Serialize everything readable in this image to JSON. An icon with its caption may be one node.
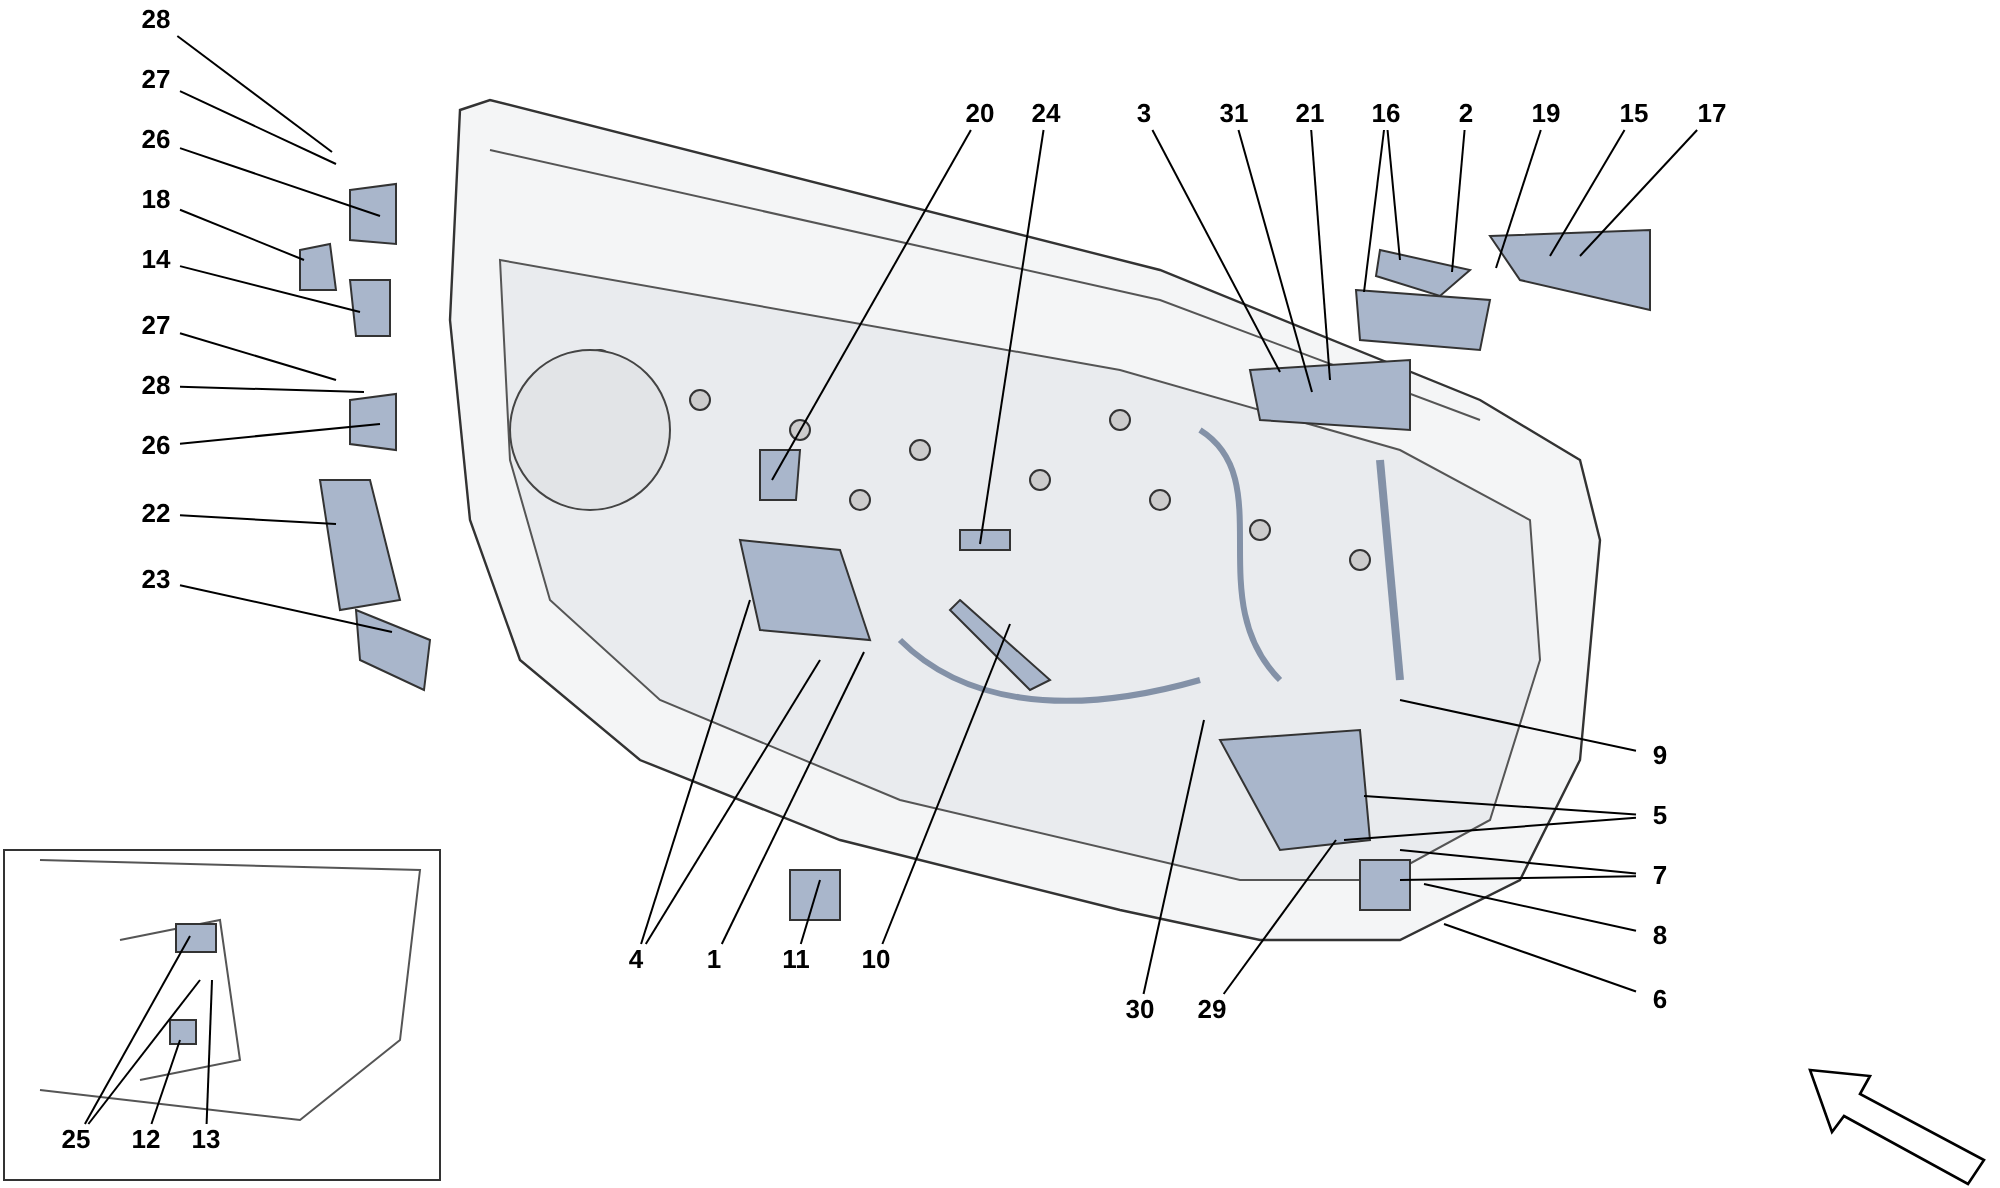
{
  "diagram": {
    "nodes": [
      {
        "text": [
          "28"
        ]
      },
      {
        "text": [
          "27"
        ]
      },
      {
        "text": [
          "26"
        ]
      },
      {
        "text": [
          "18"
        ]
      },
      {
        "text": [
          "14"
        ]
      },
      {
        "text": [
          "27"
        ]
      },
      {
        "text": [
          "28"
        ]
      },
      {
        "text": [
          "26"
        ]
      },
      {
        "text": [
          "22"
        ]
      },
      {
        "text": [
          "23"
        ]
      },
      {
        "text": [
          "20"
        ]
      },
      {
        "text": [
          "24"
        ]
      },
      {
        "text": [
          "3"
        ]
      },
      {
        "text": [
          "31"
        ]
      },
      {
        "text": [
          "21"
        ]
      },
      {
        "text": [
          "16"
        ]
      },
      {
        "text": [
          "2"
        ]
      },
      {
        "text": [
          "19"
        ]
      },
      {
        "text": [
          "15"
        ]
      },
      {
        "text": [
          "17"
        ]
      },
      {
        "text": [
          "9"
        ]
      },
      {
        "text": [
          "5"
        ]
      },
      {
        "text": [
          "7"
        ]
      },
      {
        "text": [
          "8"
        ]
      },
      {
        "text": [
          "6"
        ]
      },
      {
        "text": [
          "4"
        ]
      },
      {
        "text": [
          "1"
        ]
      },
      {
        "text": [
          "11"
        ]
      },
      {
        "text": [
          "10"
        ]
      },
      {
        "text": [
          "30"
        ]
      },
      {
        "text": [
          "29"
        ]
      },
      {
        "text": [
          "25"
        ]
      },
      {
        "text": [
          "12"
        ]
      },
      {
        "text": [
          "13"
        ]
      }
    ],
    "edges": [
      {
        "from": 0,
        "to": null,
        "arrow": "none"
      },
      {
        "from": 1,
        "to": null,
        "arrow": "none"
      },
      {
        "from": 2,
        "to": null,
        "arrow": "none"
      },
      {
        "from": 3,
        "to": null,
        "arrow": "none"
      },
      {
        "from": 4,
        "to": null,
        "arrow": "none"
      },
      {
        "from": 5,
        "to": null,
        "arrow": "none"
      },
      {
        "from": 6,
        "to": null,
        "arrow": "none"
      },
      {
        "from": 7,
        "to": null,
        "arrow": "none"
      },
      {
        "from": 8,
        "to": null,
        "arrow": "none"
      },
      {
        "from": 9,
        "to": null,
        "arrow": "none"
      },
      {
        "from": 10,
        "to": null,
        "arrow": "none"
      },
      {
        "from": 11,
        "to": null,
        "arrow": "none"
      },
      {
        "from": 12,
        "to": null,
        "arrow": "none"
      },
      {
        "from": 13,
        "to": null,
        "arrow": "none"
      },
      {
        "from": 14,
        "to": null,
        "arrow": "none"
      },
      {
        "from": 15,
        "to": null,
        "arrow": "none"
      },
      {
        "from": 15,
        "to": null,
        "arrow": "none"
      },
      {
        "from": 16,
        "to": null,
        "arrow": "none"
      },
      {
        "from": 17,
        "to": null,
        "arrow": "none"
      },
      {
        "from": 18,
        "to": null,
        "arrow": "none"
      },
      {
        "from": 19,
        "to": null,
        "arrow": "none"
      },
      {
        "from": 20,
        "to": null,
        "arrow": "none"
      },
      {
        "from": 21,
        "to": null,
        "arrow": "none"
      },
      {
        "from": 21,
        "to": null,
        "arrow": "none"
      },
      {
        "from": 22,
        "to": null,
        "arrow": "none"
      },
      {
        "from": 22,
        "to": null,
        "arrow": "none"
      },
      {
        "from": 23,
        "to": null,
        "arrow": "none"
      },
      {
        "from": 24,
        "to": null,
        "arrow": "none"
      },
      {
        "from": 25,
        "to": null,
        "arrow": "none"
      },
      {
        "from": 25,
        "to": null,
        "arrow": "none"
      },
      {
        "from": 26,
        "to": null,
        "arrow": "none"
      },
      {
        "from": 27,
        "to": null,
        "arrow": "none"
      },
      {
        "from": 28,
        "to": null,
        "arrow": "none"
      },
      {
        "from": 29,
        "to": null,
        "arrow": "none"
      },
      {
        "from": 30,
        "to": null,
        "arrow": "none"
      },
      {
        "from": 31,
        "to": null,
        "arrow": "none"
      },
      {
        "from": 31,
        "to": null,
        "arrow": "none"
      },
      {
        "from": 32,
        "to": null,
        "arrow": "none"
      },
      {
        "from": 33,
        "to": null,
        "arrow": "none"
      }
    ]
  }
}
